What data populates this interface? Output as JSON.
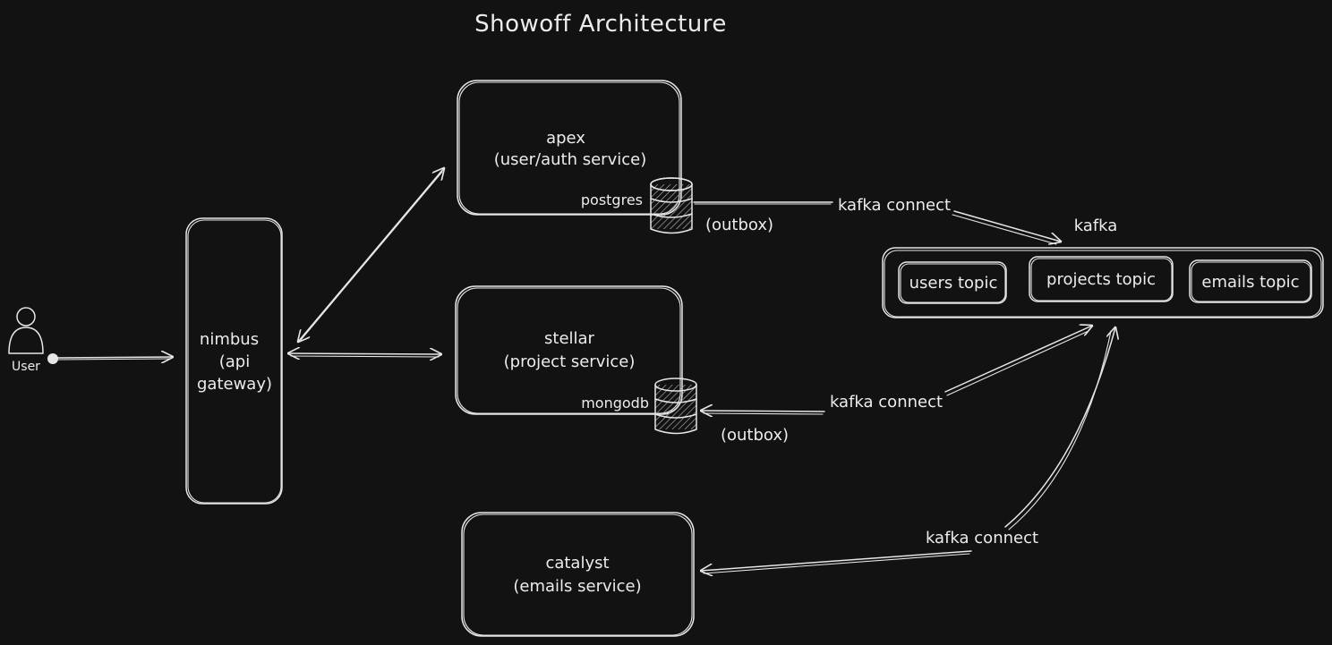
{
  "title": "Showoff Architecture",
  "user": {
    "label": "User"
  },
  "gateway": {
    "line1": "nimbus",
    "line2": "(api",
    "line3": "gateway)"
  },
  "apex": {
    "line1": "apex",
    "line2": "(user/auth service)",
    "db_label": "postgres",
    "outbox": "(outbox)"
  },
  "stellar": {
    "line1": "stellar",
    "line2": "(project service)",
    "db_label": "mongodb",
    "outbox": "(outbox)"
  },
  "catalyst": {
    "line1": "catalyst",
    "line2": "(emails service)"
  },
  "kafka": {
    "label": "kafka",
    "topics": [
      "users topic",
      "projects topic",
      "emails topic"
    ]
  },
  "connectors": {
    "apex_connect": "kafka connect",
    "stellar_connect": "kafka connect",
    "catalyst_connect": "kafka connect"
  },
  "colors": {
    "background": "#121212",
    "stroke": "#e6e6e6",
    "text": "#ececec"
  }
}
